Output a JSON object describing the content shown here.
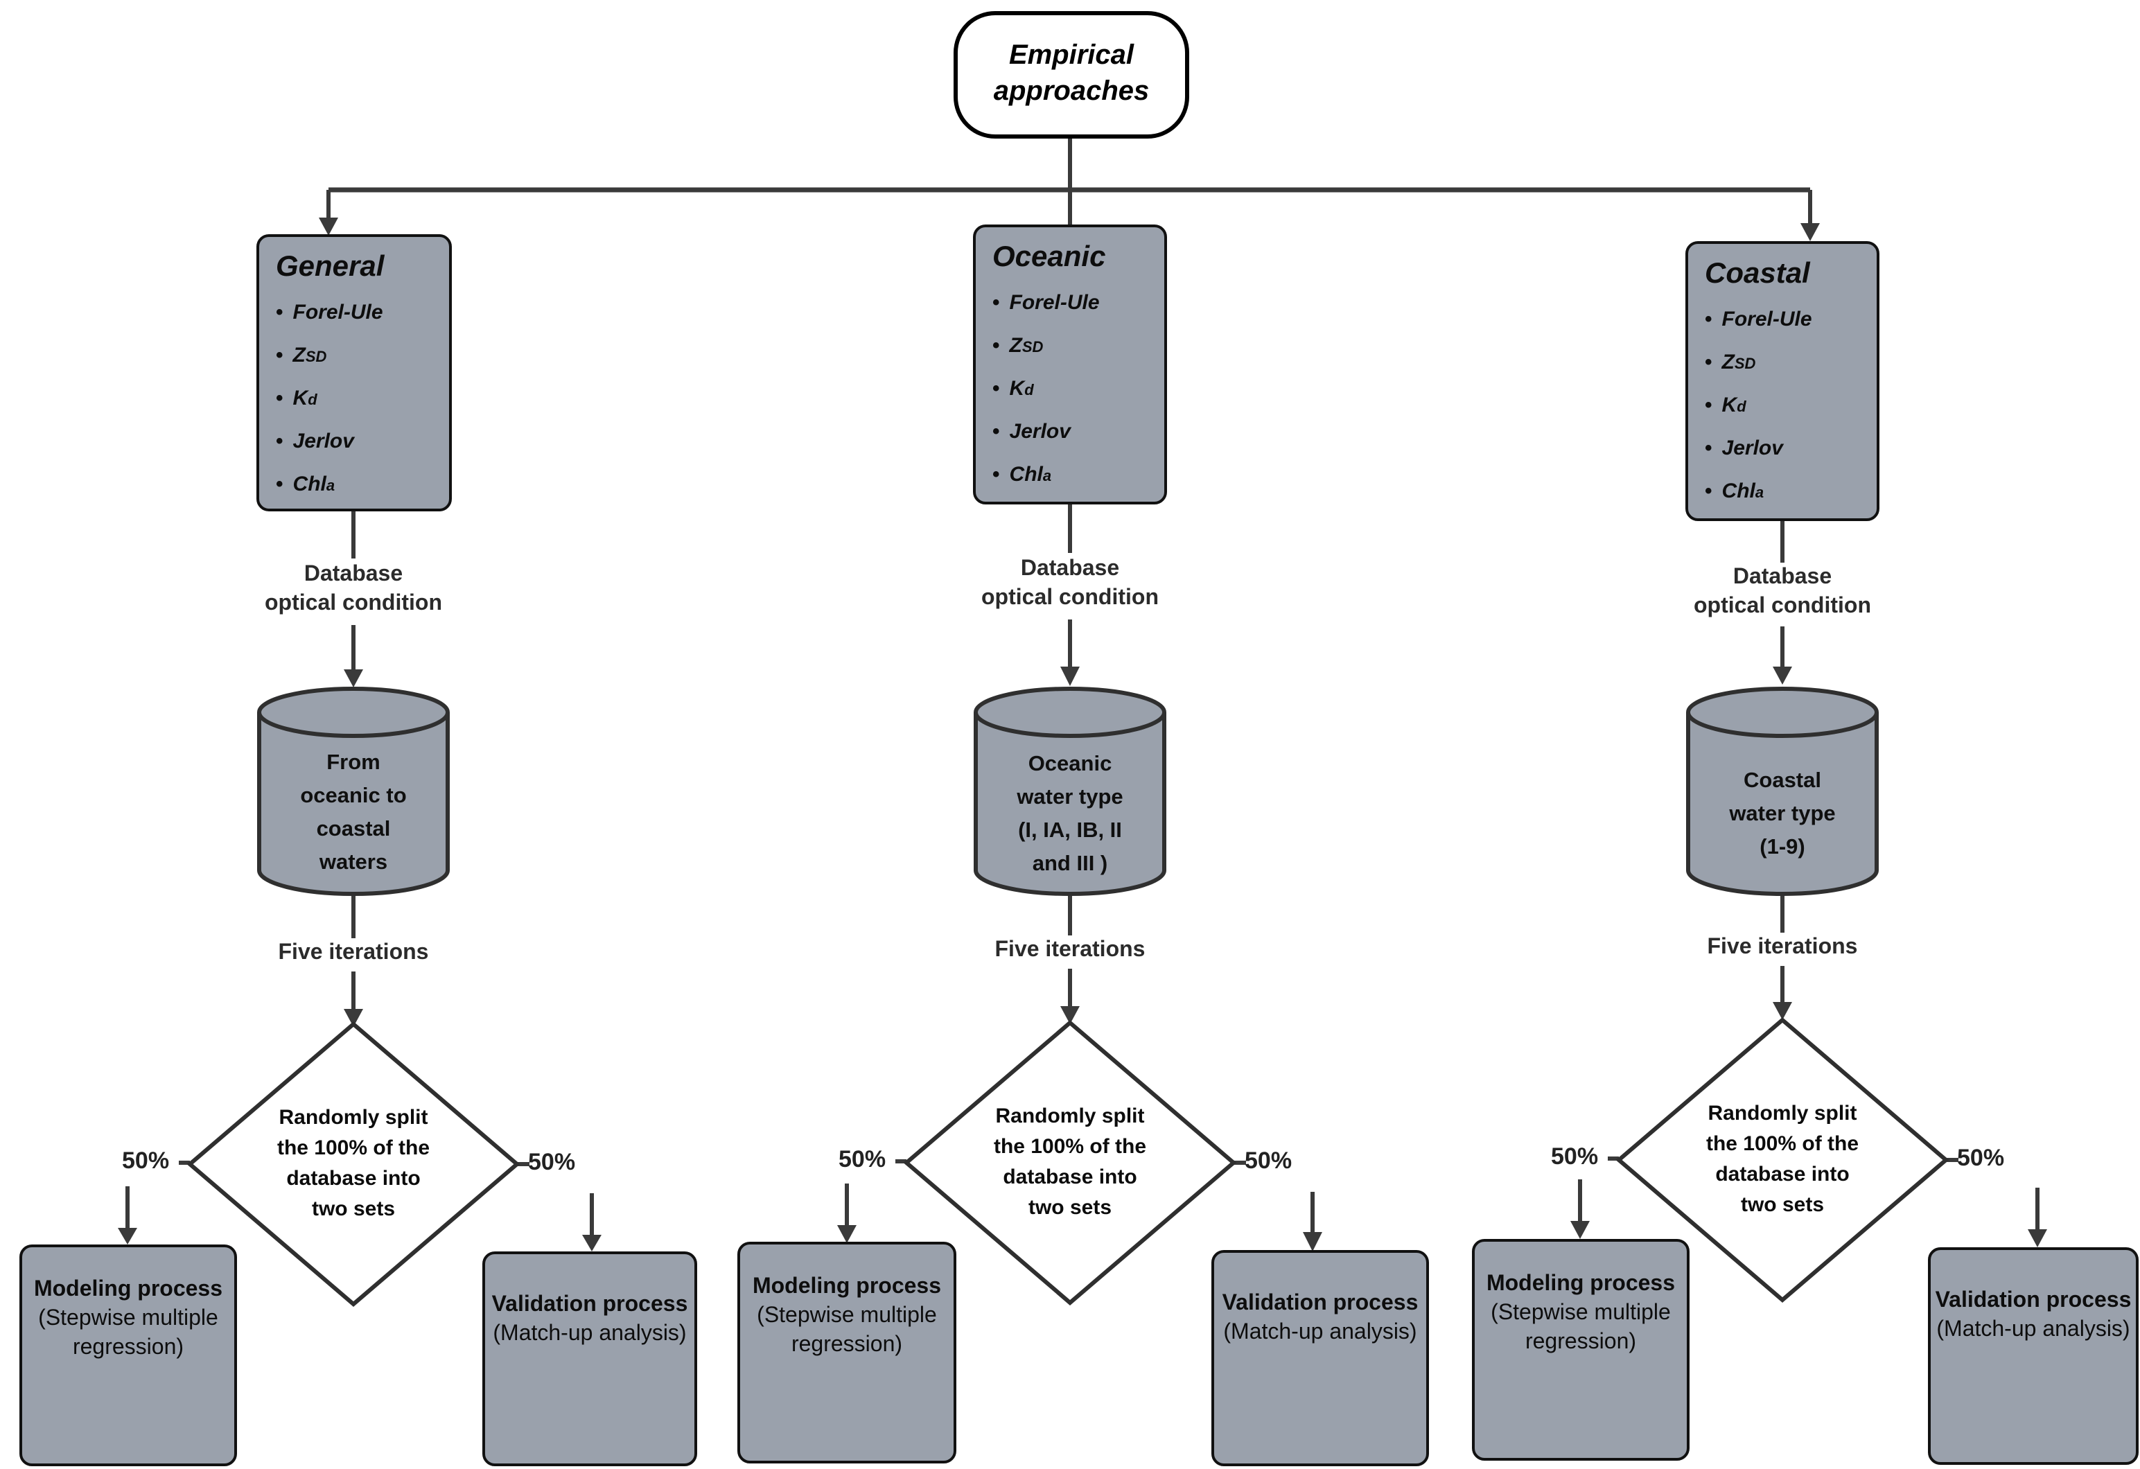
{
  "root_label": "Empirical approaches",
  "bullet_glyph": "•",
  "colors": {
    "shape_fill": "#9aa1ac",
    "diamond_fill": "#ffffff",
    "line": "#3a3a3a",
    "border": "#111111"
  },
  "columns": [
    {
      "title": "General",
      "bullets": [
        {
          "main": "Forel-Ule",
          "sub": ""
        },
        {
          "main": "Z",
          "sub": "SD"
        },
        {
          "main": "K",
          "sub": "d"
        },
        {
          "main": "Jerlov",
          "sub": ""
        },
        {
          "main": "Chl",
          "sub": "a"
        }
      ],
      "db_lines": [
        "Database",
        "optical condition"
      ],
      "cylinder_lines": [
        "From",
        "oceanic to",
        "coastal",
        "waters"
      ],
      "iterations_label": "Five iterations",
      "diamond_lines": [
        "Randomly split",
        "the 100% of the",
        "database into",
        "two sets"
      ],
      "left_percent": "50%",
      "right_percent": "50%",
      "modeling_title": "Modeling process",
      "modeling_detail": "(Stepwise multiple regression)",
      "validation_title": "Validation process",
      "validation_detail": "(Match-up analysis)"
    },
    {
      "title": "Oceanic",
      "bullets": [
        {
          "main": "Forel-Ule",
          "sub": ""
        },
        {
          "main": "Z",
          "sub": "SD"
        },
        {
          "main": "K",
          "sub": "d"
        },
        {
          "main": "Jerlov",
          "sub": ""
        },
        {
          "main": "Chl",
          "sub": "a"
        }
      ],
      "db_lines": [
        "Database",
        "optical condition"
      ],
      "cylinder_lines": [
        "Oceanic",
        "water type",
        "(I, IA, IB, II",
        "and III )"
      ],
      "iterations_label": "Five iterations",
      "diamond_lines": [
        "Randomly split",
        "the 100% of the",
        "database into",
        "two sets"
      ],
      "left_percent": "50%",
      "right_percent": "50%",
      "modeling_title": "Modeling process",
      "modeling_detail": "(Stepwise multiple regression)",
      "validation_title": "Validation process",
      "validation_detail": "(Match-up analysis)"
    },
    {
      "title": "Coastal",
      "bullets": [
        {
          "main": "Forel-Ule",
          "sub": ""
        },
        {
          "main": "Z",
          "sub": "SD"
        },
        {
          "main": "K",
          "sub": "d"
        },
        {
          "main": "Jerlov",
          "sub": ""
        },
        {
          "main": "Chl",
          "sub": "a"
        }
      ],
      "db_lines": [
        "Database",
        "optical condition"
      ],
      "cylinder_lines": [
        "Coastal",
        "water type",
        "(1-9)"
      ],
      "iterations_label": "Five iterations",
      "diamond_lines": [
        "Randomly split",
        "the 100% of the",
        "database into",
        "two sets"
      ],
      "left_percent": "50%",
      "right_percent": "50%",
      "modeling_title": "Modeling process",
      "modeling_detail": "(Stepwise multiple regression)",
      "validation_title": "Validation process",
      "validation_detail": "(Match-up analysis)"
    }
  ]
}
